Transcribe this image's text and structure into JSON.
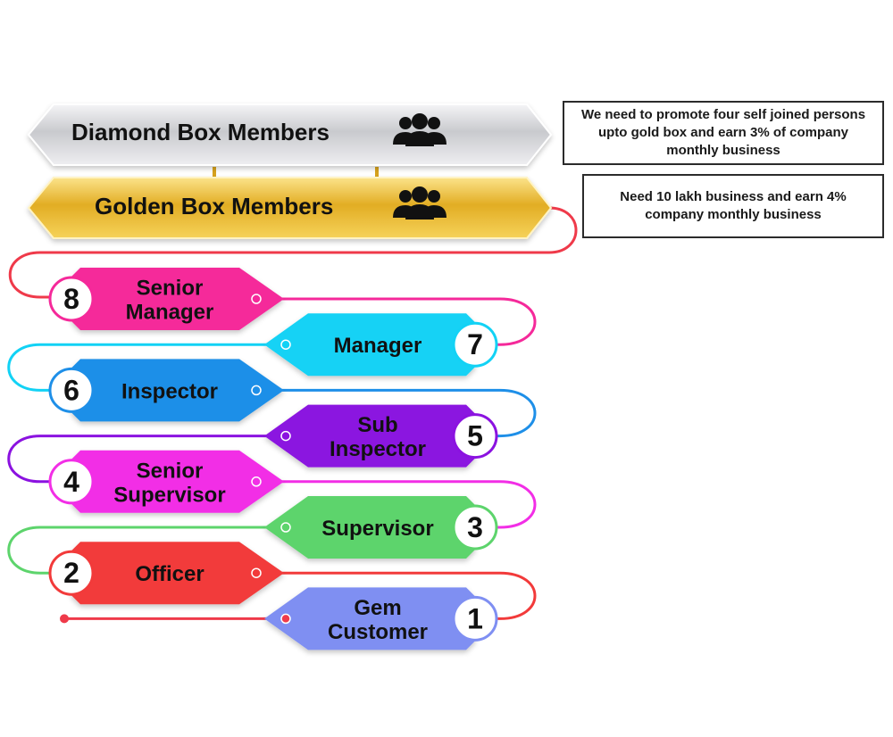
{
  "top_boxes": [
    {
      "id": "diamond",
      "label": "Diamond Box Members",
      "icon": "users-group-icon"
    },
    {
      "id": "golden",
      "label": "Golden Box Members",
      "icon": "users-group-icon"
    }
  ],
  "notes": {
    "diamond": "We need to promote four self joined persons upto gold box and earn 3% of company monthly business",
    "golden": "Need 10 lakh business and earn 4% company monthly business"
  },
  "levels": [
    {
      "number": "8",
      "lines": [
        "Senior",
        "Manager"
      ],
      "color": "#f5299a"
    },
    {
      "number": "7",
      "lines": [
        "Manager"
      ],
      "color": "#12d2f5"
    },
    {
      "number": "6",
      "lines": [
        "Inspector"
      ],
      "color": "#1e8fe8"
    },
    {
      "number": "5",
      "lines": [
        "Sub",
        "Inspector"
      ],
      "color": "#8b12e0"
    },
    {
      "number": "4",
      "lines": [
        "Senior",
        "Supervisor"
      ],
      "color": "#f22ee6"
    },
    {
      "number": "3",
      "lines": [
        "Supervisor"
      ],
      "color": "#5dd46c"
    },
    {
      "number": "2",
      "lines": [
        "Officer"
      ],
      "color": "#f23a3a"
    },
    {
      "number": "1",
      "lines": [
        "Gem",
        "Customer"
      ],
      "color": "#7f8ff2"
    }
  ],
  "colors": {
    "diamond": "#d9dade",
    "golden": "#e8b92a",
    "text": "#111111",
    "connector_top": "#ef3a4a"
  }
}
